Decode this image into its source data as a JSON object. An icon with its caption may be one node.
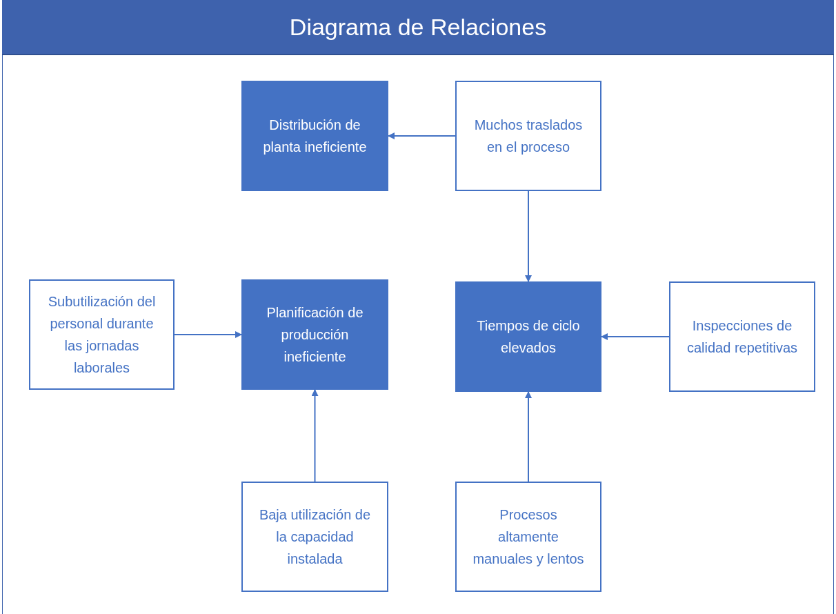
{
  "diagram": {
    "title": "Diagrama de Relaciones",
    "nodes": [
      {
        "text": [
          "Distribución de planta ineficiente"
        ]
      },
      {
        "text": [
          "Muchos traslados en el proceso"
        ]
      },
      {
        "text": [
          "Subutilización del personal durante las jornadas laborales"
        ]
      },
      {
        "text": [
          "Planificación de producción ineficiente"
        ]
      },
      {
        "text": [
          "Tiempos de ciclo elevados"
        ]
      },
      {
        "text": [
          "Inspecciones de calidad repetitivas"
        ]
      },
      {
        "text": [
          "Baja utilización de la capacidad instalada"
        ]
      },
      {
        "text": [
          "Procesos altamente manuales y lentos"
        ]
      }
    ],
    "edges": [
      {
        "from": 1,
        "to": 0,
        "arrow": "to"
      },
      {
        "from": 1,
        "to": 4,
        "arrow": "to"
      },
      {
        "from": 2,
        "to": 3,
        "arrow": "to"
      },
      {
        "from": 5,
        "to": 4,
        "arrow": "to"
      },
      {
        "from": 6,
        "to": 3,
        "arrow": "to"
      },
      {
        "from": 7,
        "to": 4,
        "arrow": "to"
      }
    ]
  }
}
